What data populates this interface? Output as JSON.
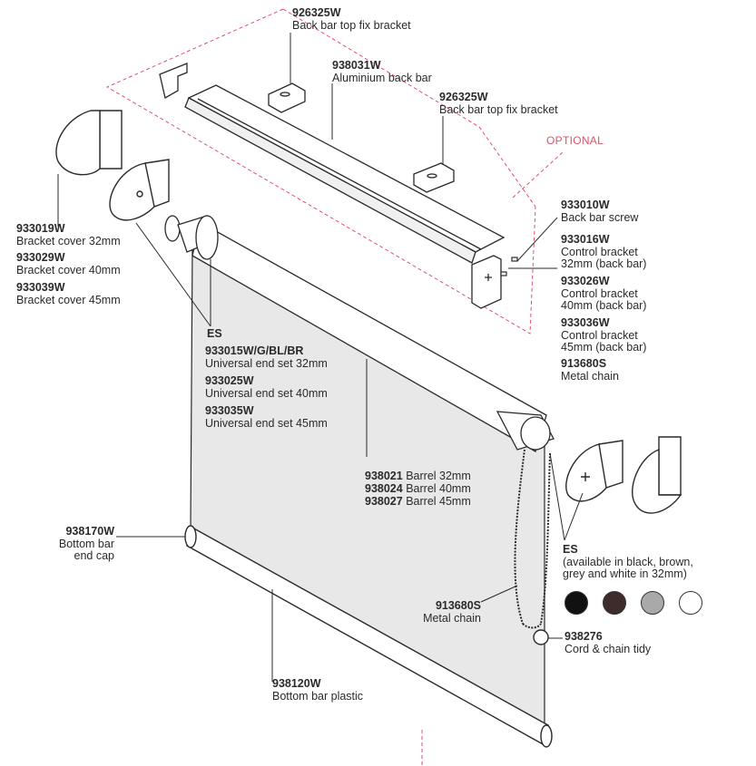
{
  "optional_label": "OPTIONAL",
  "parts": {
    "top_bracket_a": {
      "code": "926325W",
      "desc": "Back bar top fix bracket"
    },
    "back_bar": {
      "code": "938031W",
      "desc": "Aluminium back bar"
    },
    "top_bracket_b": {
      "code": "926325W",
      "desc": "Back bar top fix bracket"
    },
    "back_bar_screw": {
      "code": "933010W",
      "desc": "Back bar screw"
    },
    "control_bracket_32": {
      "code": "933016W",
      "desc1": "Control bracket",
      "desc2": "32mm (back bar)"
    },
    "control_bracket_40": {
      "code": "933026W",
      "desc1": "Control bracket",
      "desc2": "40mm (back bar)"
    },
    "control_bracket_45": {
      "code": "933036W",
      "desc1": "Control bracket",
      "desc2": "45mm (back bar)"
    },
    "metal_chain_top": {
      "code": "913680S",
      "desc": "Metal chain"
    },
    "bracket_cover_32": {
      "code": "933019W",
      "desc": "Bracket cover 32mm"
    },
    "bracket_cover_40": {
      "code": "933029W",
      "desc": "Bracket cover 40mm"
    },
    "bracket_cover_45": {
      "code": "933039W",
      "desc": "Bracket cover 45mm"
    },
    "es_left": {
      "code": "ES"
    },
    "end_set_32": {
      "code": "933015W/G/BL/BR",
      "desc": "Universal end set 32mm"
    },
    "end_set_40": {
      "code": "933025W",
      "desc": "Universal end set 40mm"
    },
    "end_set_45": {
      "code": "933035W",
      "desc": "Universal end set 45mm"
    },
    "barrel_32": {
      "code": "938021",
      "desc": "Barrel 32mm"
    },
    "barrel_40": {
      "code": "938024",
      "desc": "Barrel 40mm"
    },
    "barrel_45": {
      "code": "938027",
      "desc": "Barrel 45mm"
    },
    "bottom_end_cap": {
      "code": "938170W",
      "desc1": "Bottom bar",
      "desc2": "end cap"
    },
    "es_right": {
      "code": "ES",
      "desc1": "(available in black, brown,",
      "desc2": "grey and white in 32mm)"
    },
    "metal_chain_bottom": {
      "code": "913680S",
      "desc": "Metal chain"
    },
    "chain_tidy": {
      "code": "938276",
      "desc": "Cord & chain tidy"
    },
    "bottom_bar": {
      "code": "938120W",
      "desc": "Bottom bar plastic"
    }
  },
  "swatches": [
    {
      "name": "black",
      "color": "#111111"
    },
    {
      "name": "brown",
      "color": "#3e2c2c"
    },
    {
      "name": "grey",
      "color": "#a9a9a9"
    },
    {
      "name": "white",
      "color": "#ffffff"
    }
  ],
  "colors": {
    "outline": "#2a2a2a",
    "fabric": "#e8e8e8",
    "optional_box": "#e0526a"
  }
}
